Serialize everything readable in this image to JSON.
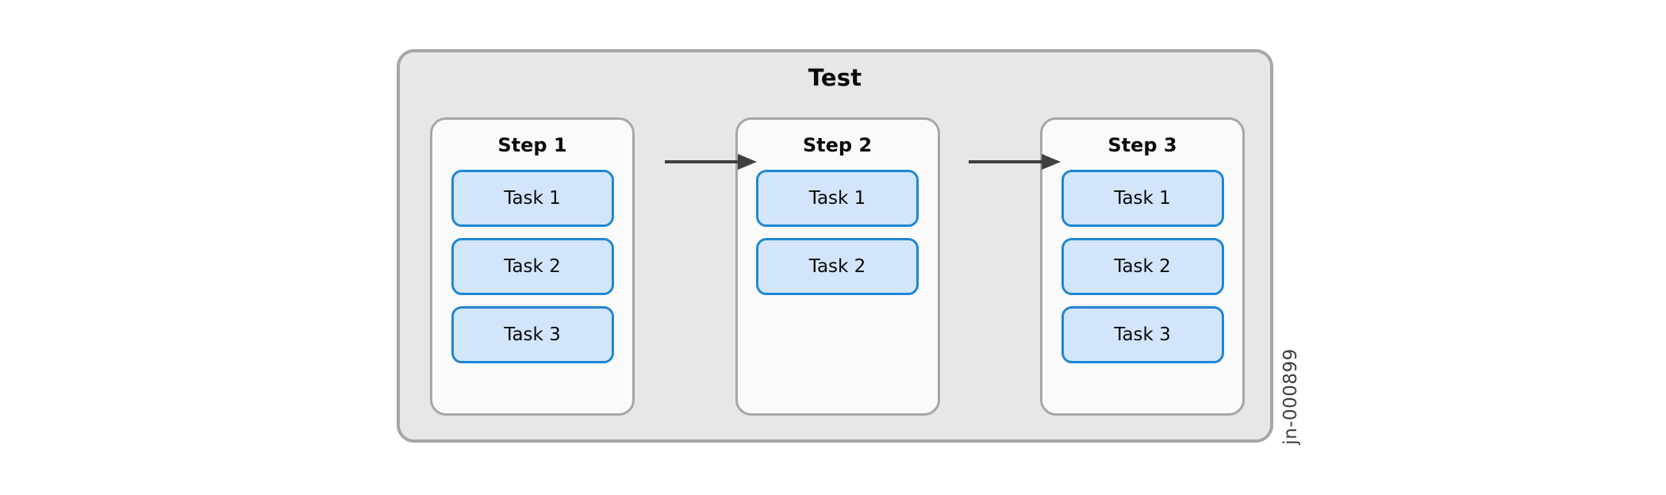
{
  "diagram": {
    "title": "Test",
    "figure_label": "jn-000899",
    "colors": {
      "container_fill": "#e7e7e7",
      "container_border": "#a6a6a6",
      "step_fill": "#fafafa",
      "step_border": "#a6a6a6",
      "task_fill": "#d2e5fa",
      "task_border": "#1f87d4",
      "arrow": "#404040",
      "text": "#0a0a0a",
      "label_text": "#3d3d3d",
      "page_background": "#ffffff"
    },
    "steps": [
      {
        "title": "Step 1",
        "tasks": [
          {
            "label": "Task 1"
          },
          {
            "label": "Task 2"
          },
          {
            "label": "Task 3"
          }
        ]
      },
      {
        "title": "Step 2",
        "tasks": [
          {
            "label": "Task 1"
          },
          {
            "label": "Task 2"
          }
        ]
      },
      {
        "title": "Step 3",
        "tasks": [
          {
            "label": "Task 1"
          },
          {
            "label": "Task 2"
          },
          {
            "label": "Task 3"
          }
        ]
      }
    ],
    "connectors": [
      {
        "from": "Step 1",
        "to": "Step 2",
        "type": "arrow-right"
      },
      {
        "from": "Step 2",
        "to": "Step 3",
        "type": "arrow-right"
      }
    ]
  }
}
